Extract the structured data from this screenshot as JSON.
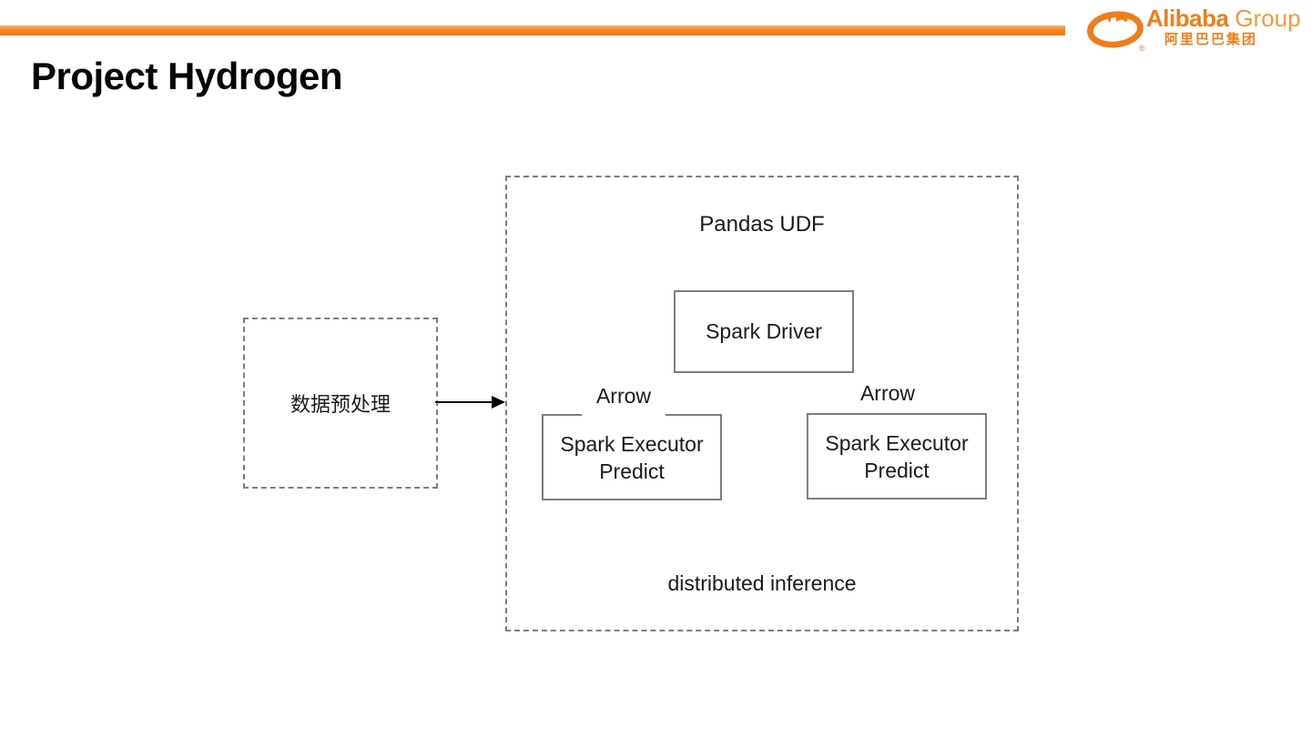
{
  "slide": {
    "title": "Project Hydrogen"
  },
  "logo": {
    "brand": "Alibaba",
    "suffix": "Group",
    "chinese": "阿里巴巴集团",
    "registered": "®",
    "orange": "#ee7d1c"
  },
  "colors": {
    "accent_bar": "#f78c2a",
    "dashed_border": "#7e7e7e",
    "solid_border": "#7e7e7e"
  },
  "diagram": {
    "preprocess": {
      "label": "数据预处理"
    },
    "udf_group": {
      "title": "Pandas UDF",
      "driver_label": "Spark Driver",
      "executors": [
        {
          "arrow_label": "Arrow",
          "line1": "Spark Executor",
          "line2": "Predict"
        },
        {
          "arrow_label": "Arrow",
          "line1": "Spark Executor",
          "line2": "Predict"
        }
      ],
      "caption": "distributed inference"
    }
  }
}
